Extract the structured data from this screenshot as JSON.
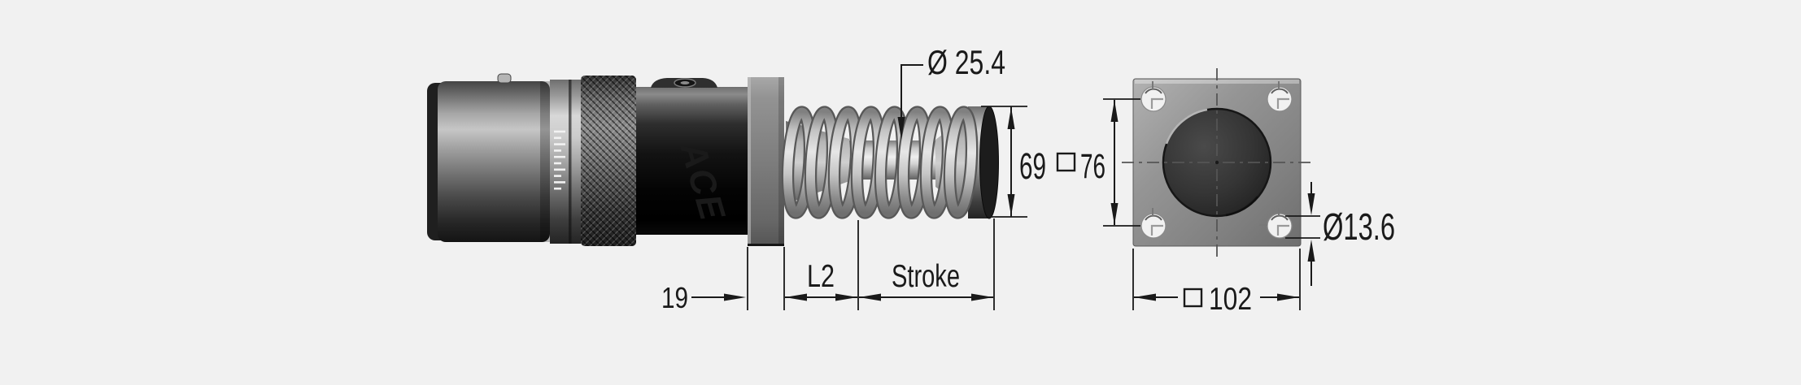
{
  "drawing_type": "shock-absorber-technical-drawing",
  "colors": {
    "background": "#f1f1f1",
    "line": "#1a1a1a",
    "metal_light": "#d8d8d8",
    "metal_dark": "#0a0a0a",
    "flange_gray": "#8f8f8f"
  },
  "side_view": {
    "brand_label": "ACE",
    "dimensions": {
      "rod_diameter": "Ø 25.4",
      "end_cap_diameter": "69",
      "flange_offset": "19",
      "l2": "L2",
      "stroke": "Stroke"
    }
  },
  "front_view": {
    "dimensions": {
      "bolt_spacing_square": "76",
      "mounting_hole_diameter": "Ø13.6",
      "flange_square": "102"
    },
    "symbols": {
      "square_symbol": "square-outline"
    }
  }
}
